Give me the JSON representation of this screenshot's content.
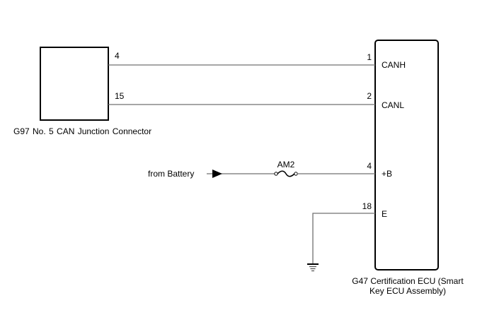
{
  "diagram": {
    "connector": {
      "id": "G97",
      "name": "No. 5 CAN Junction Connector",
      "caption": "G97   No. 5 CAN Junction Connector",
      "pins": [
        {
          "number": "4"
        },
        {
          "number": "15"
        }
      ]
    },
    "ecu": {
      "id": "G47",
      "caption_line1": "G47 Certification ECU (Smart",
      "caption_line2": "Key ECU Assembly)",
      "pins": [
        {
          "number": "1",
          "signal": "CANH"
        },
        {
          "number": "2",
          "signal": "CANL"
        },
        {
          "number": "4",
          "signal": "+B"
        },
        {
          "number": "18",
          "signal": "E"
        }
      ]
    },
    "battery_source": {
      "label": "from Battery"
    },
    "fuse": {
      "label": "AM2"
    },
    "ground": {
      "symbol": "ground-icon"
    },
    "colors": {
      "wire": "#707070",
      "outline": "#000000",
      "text": "#000000"
    }
  }
}
